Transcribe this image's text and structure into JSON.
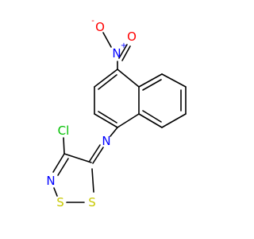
{
  "molecule": {
    "colors": {
      "N": "#0000ff",
      "O": "#ff0000",
      "Cl": "#00c000",
      "S": "#c8c800",
      "C": "#000000"
    },
    "atoms": [
      {
        "id": "o_upper",
        "label": "O",
        "element": "O",
        "charge": "-"
      },
      {
        "id": "o_lower",
        "label": "O",
        "element": "O"
      },
      {
        "id": "n_nitro",
        "label": "N",
        "element": "N",
        "charge": "+"
      },
      {
        "id": "n_imine",
        "label": "N",
        "element": "N"
      },
      {
        "id": "cl",
        "label": "Cl",
        "element": "Cl"
      },
      {
        "id": "n_ring",
        "label": "N",
        "element": "N"
      },
      {
        "id": "s_left",
        "label": "S",
        "element": "S"
      },
      {
        "id": "s_right",
        "label": "S",
        "element": "S"
      }
    ]
  }
}
